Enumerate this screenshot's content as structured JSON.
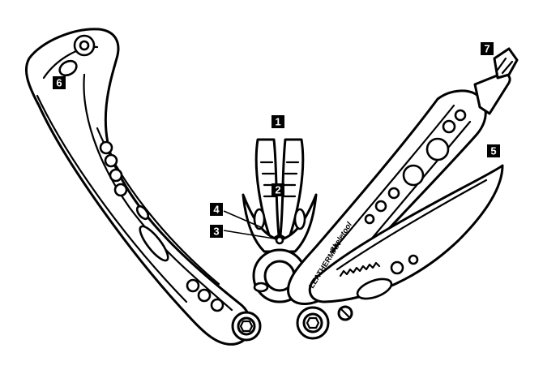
{
  "brand": {
    "name": "LEATHERMAN",
    "model": "Skeletool"
  },
  "callouts": [
    {
      "id": "pliers",
      "number": "1"
    },
    {
      "id": "pliers-teeth",
      "number": "2"
    },
    {
      "id": "wire-cutter",
      "number": "3"
    },
    {
      "id": "hard-wire-cutter",
      "number": "4"
    },
    {
      "id": "knife-blade",
      "number": "5"
    },
    {
      "id": "carabiner",
      "number": "6"
    },
    {
      "id": "bit-driver",
      "number": "7"
    }
  ]
}
